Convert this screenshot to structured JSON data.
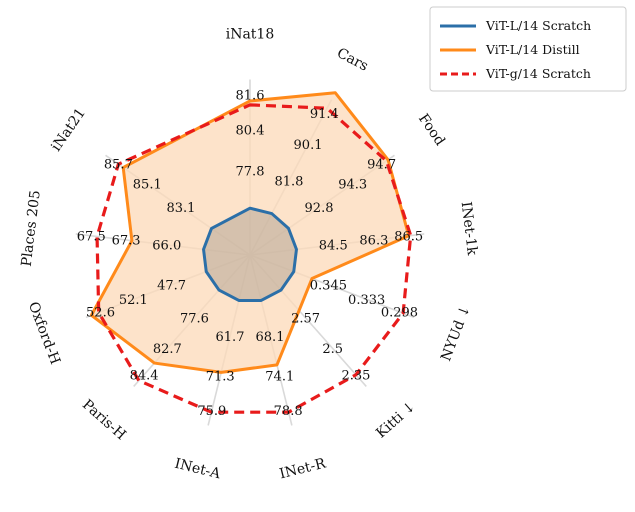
{
  "chart_data": {
    "type": "radar",
    "axes": [
      {
        "label": "iNat18",
        "angle": 90,
        "values": [
          "77.8",
          "80.4",
          "81.6"
        ]
      },
      {
        "label": "Cars",
        "angle": 62.3,
        "values": [
          "81.8",
          "90.1",
          "91.4"
        ]
      },
      {
        "label": "Food",
        "angle": 34.6,
        "values": [
          "92.8",
          "94.3",
          "94.7"
        ]
      },
      {
        "label": "INet-1k",
        "angle": 6.9,
        "values": [
          "84.5",
          "86.3",
          "86.5"
        ]
      },
      {
        "label": "NYUd ↓",
        "angle": -20.8,
        "values": [
          "0.345",
          "0.333",
          "0.298"
        ]
      },
      {
        "label": "Kitti ↓",
        "angle": -48.5,
        "values": [
          "2.57",
          "2.5",
          "2.35"
        ]
      },
      {
        "label": "INet-R",
        "angle": -76.2,
        "values": [
          "68.1",
          "74.1",
          "78.8"
        ]
      },
      {
        "label": "INet-A",
        "angle": -103.8,
        "values": [
          "61.7",
          "71.3",
          "75.9"
        ]
      },
      {
        "label": "Paris-H",
        "angle": -131.5,
        "values": [
          "77.6",
          "82.7",
          "84.4"
        ]
      },
      {
        "label": "Oxford-H",
        "angle": -159.2,
        "values": [
          "47.7",
          "52.1",
          "52.6"
        ]
      },
      {
        "label": "Places 205",
        "angle": 173.1,
        "values": [
          "66.0",
          "67.3",
          "67.5"
        ]
      },
      {
        "label": "iNat21",
        "angle": 145.4,
        "values": [
          "83.1",
          "85.1",
          "85.7"
        ]
      }
    ],
    "series": [
      {
        "name": "ViT-L/14 Scratch",
        "color": "#2b6fa8",
        "style": "solid",
        "radii": [
          0.24,
          0.24,
          0.24,
          0.24,
          0.24,
          0.24,
          0.24,
          0.24,
          0.24,
          0.24,
          0.24,
          0.24
        ]
      },
      {
        "name": "ViT-L/14 Distill",
        "color": "#ff8a1a",
        "style": "solid",
        "fill": "#fcd9b8",
        "radii": [
          0.79,
          0.94,
          0.86,
          0.82,
          0.34,
          0.38,
          0.58,
          0.62,
          0.74,
          0.87,
          0.61,
          0.79
        ]
      },
      {
        "name": "ViT-g/14 Scratch",
        "color": "#e81b1b",
        "style": "dashed",
        "radii": [
          0.77,
          0.85,
          0.85,
          0.83,
          0.84,
          0.82,
          0.83,
          0.83,
          0.86,
          0.83,
          0.79,
          0.82
        ]
      }
    ],
    "grid": true,
    "legend": "top-right"
  }
}
